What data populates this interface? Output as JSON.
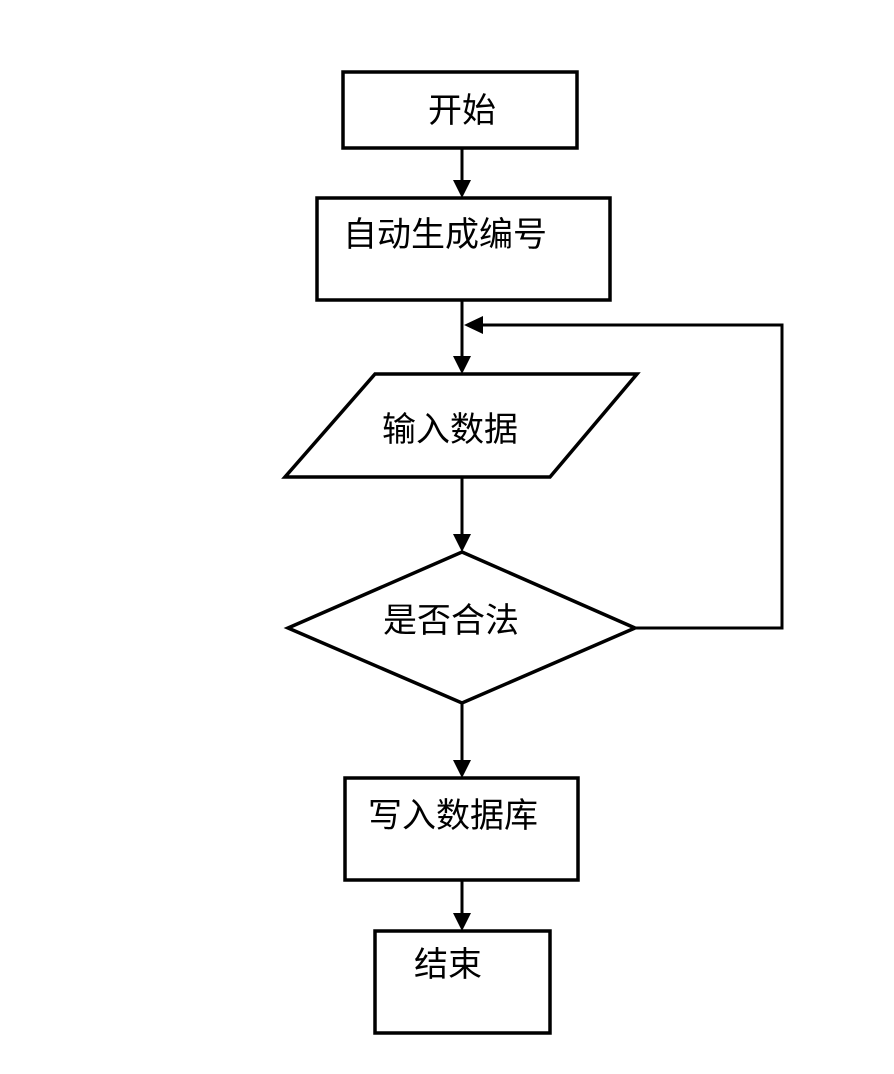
{
  "flowchart": {
    "type": "flowchart",
    "colors": {
      "background": "#ffffff",
      "shape_fill": "#ffffff",
      "stroke": "#000000",
      "text": "#000000"
    },
    "nodes": [
      {
        "id": "start",
        "shape": "rectangle",
        "label": "开始"
      },
      {
        "id": "auto-generate-id",
        "shape": "rectangle",
        "label": "自动生成编号"
      },
      {
        "id": "input-data",
        "shape": "parallelogram",
        "label": "输入数据"
      },
      {
        "id": "is-valid",
        "shape": "diamond",
        "label": "是否合法"
      },
      {
        "id": "write-database",
        "shape": "rectangle",
        "label": "写入数据库"
      },
      {
        "id": "end",
        "shape": "rectangle",
        "label": "结束"
      }
    ],
    "edges": [
      {
        "from": "start",
        "to": "auto-generate-id"
      },
      {
        "from": "auto-generate-id",
        "to": "input-data"
      },
      {
        "from": "input-data",
        "to": "is-valid"
      },
      {
        "from": "is-valid",
        "to": "write-database"
      },
      {
        "from": "is-valid",
        "to": "input-data",
        "route": "right-side-loop-back"
      },
      {
        "from": "write-database",
        "to": "end"
      }
    ]
  }
}
